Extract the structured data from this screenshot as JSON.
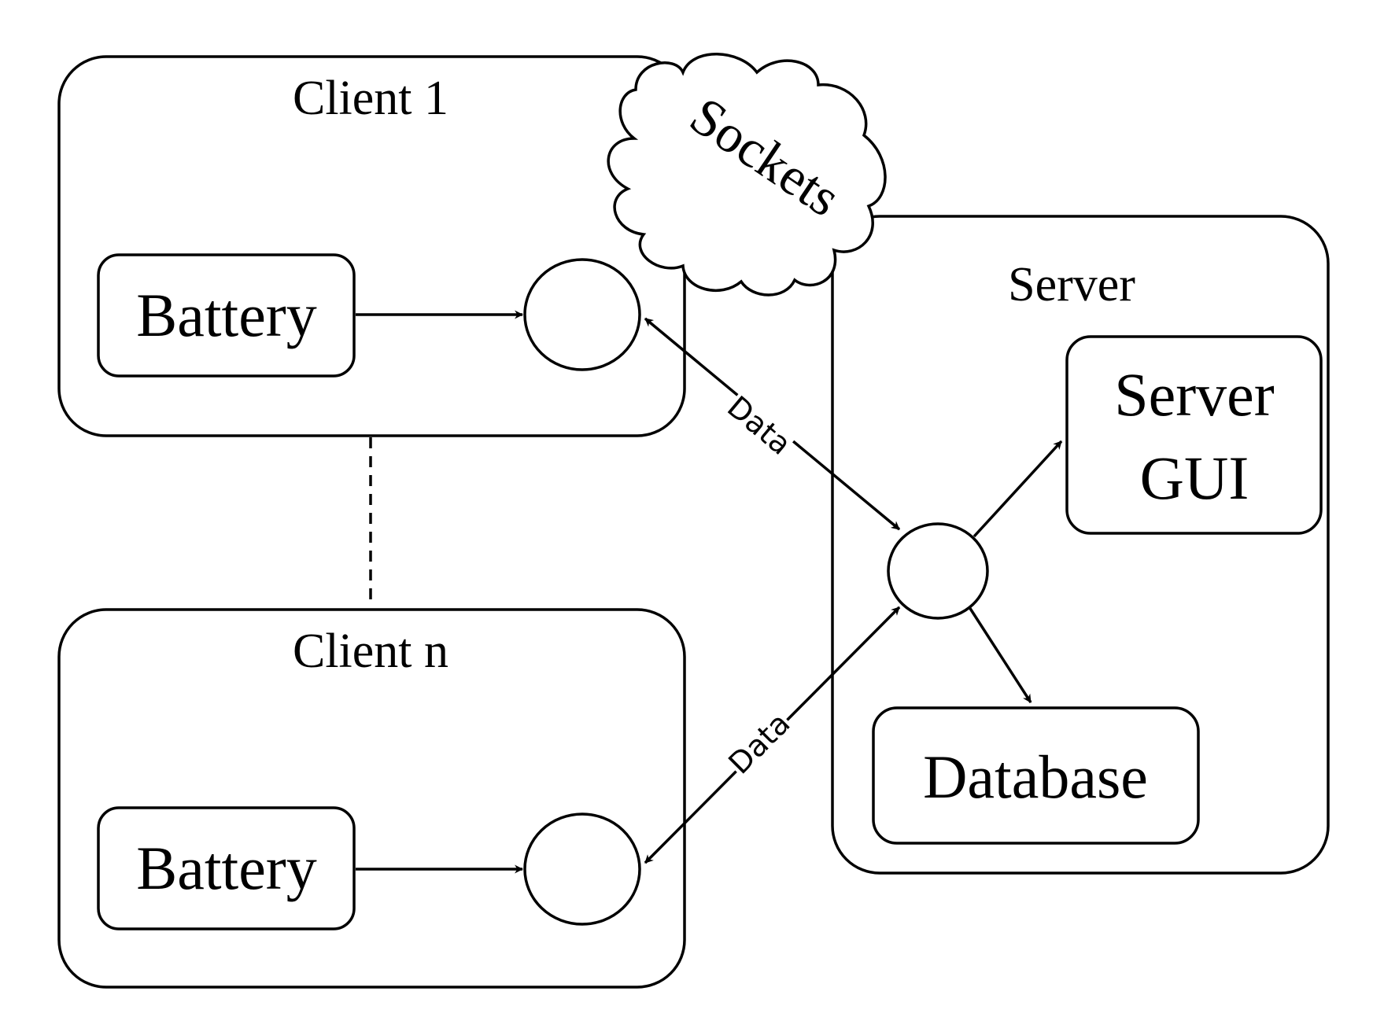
{
  "diagram": {
    "clients": [
      {
        "title": "Client 1",
        "battery_label": "Battery"
      },
      {
        "title": "Client n",
        "battery_label": "Battery"
      }
    ],
    "server": {
      "title": "Server",
      "gui_label_line1": "Server",
      "gui_label_line2": "GUI",
      "database_label": "Database"
    },
    "network": {
      "label": "Sockets"
    },
    "edges": {
      "client1_data_label": "Data",
      "clientn_data_label": "Data"
    }
  }
}
